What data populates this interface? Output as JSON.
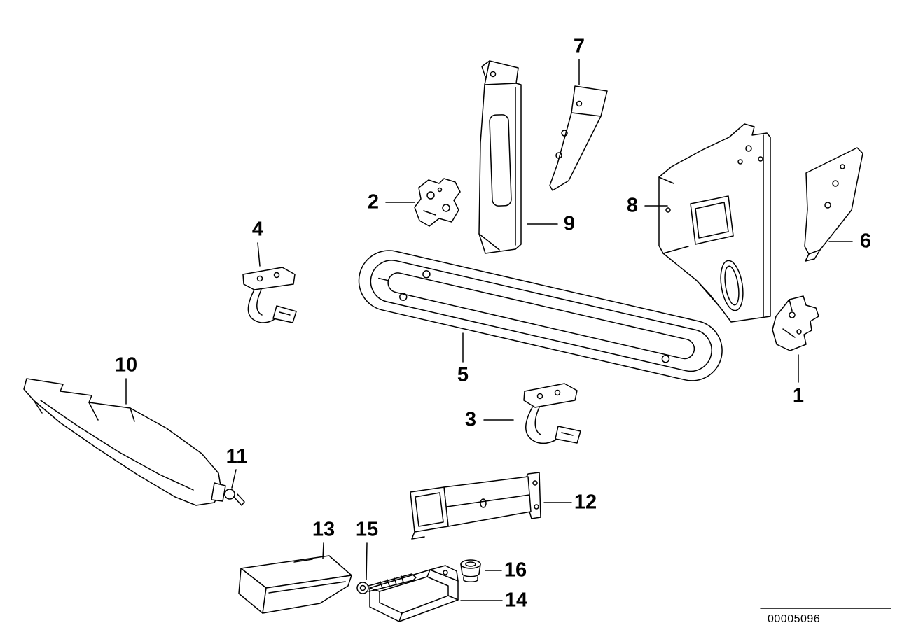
{
  "diagram": {
    "doc_number": "00005096",
    "colors": {
      "line": "#000000",
      "background": "#ffffff"
    },
    "callouts": [
      {
        "label": "1"
      },
      {
        "label": "2"
      },
      {
        "label": "3"
      },
      {
        "label": "4"
      },
      {
        "label": "5"
      },
      {
        "label": "6"
      },
      {
        "label": "7"
      },
      {
        "label": "8"
      },
      {
        "label": "9"
      },
      {
        "label": "10"
      },
      {
        "label": "11"
      },
      {
        "label": "12"
      },
      {
        "label": "13"
      },
      {
        "label": "14"
      },
      {
        "label": "15"
      },
      {
        "label": "16"
      }
    ]
  }
}
